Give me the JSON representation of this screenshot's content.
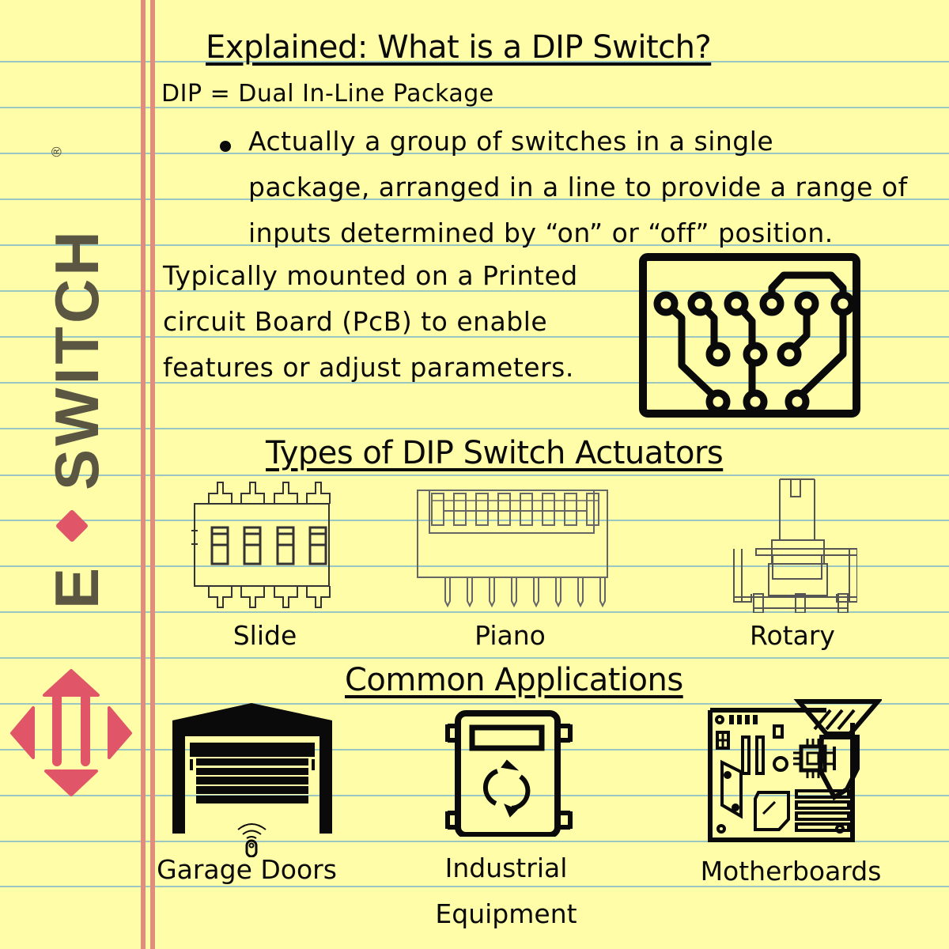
{
  "colors": {
    "paper": "#FFFDA8",
    "rule_line": "#9CC6C2",
    "margin_line": "#E08D7D",
    "ink": "#0a0a0a",
    "logo_text": "#5a5641",
    "logo_accent": "#E05567",
    "diagram_stroke": "#555555"
  },
  "logo": {
    "brand_name_e": "E",
    "brand_name_rest": "SWITCH",
    "registered_mark": "®",
    "separator_icon": "diamond-icon",
    "mark_icon": "e-switch-arrows-logo"
  },
  "header": {
    "title": "Explained: What is a DIP Switch?"
  },
  "intro": {
    "definition": "DIP = Dual In-Line Package",
    "bullet_lines": [
      "Actually a group of switches in a single",
      "package, arranged in a line to provide a range of",
      "inputs determined by “on” or “off” position."
    ],
    "pcb_lines": [
      "Typically mounted on a Printed",
      "circuit Board (PcB) to enable",
      "features or adjust parameters."
    ],
    "pcb_icon": "circuit-board-icon"
  },
  "actuators": {
    "heading": "Types of DIP Switch Actuators",
    "items": [
      {
        "label": "Slide",
        "icon": "slide-switch-diagram"
      },
      {
        "label": "Piano",
        "icon": "piano-switch-diagram"
      },
      {
        "label": "Rotary",
        "icon": "rotary-switch-diagram"
      }
    ]
  },
  "applications": {
    "heading": "Common Applications",
    "items": [
      {
        "label": "Garage Doors",
        "icon": "garage-door-icon"
      },
      {
        "label_line1": "Industrial",
        "label_line2": "Equipment",
        "icon": "industrial-controller-icon"
      },
      {
        "label": "Motherboards",
        "icon": "motherboard-icon"
      }
    ]
  }
}
